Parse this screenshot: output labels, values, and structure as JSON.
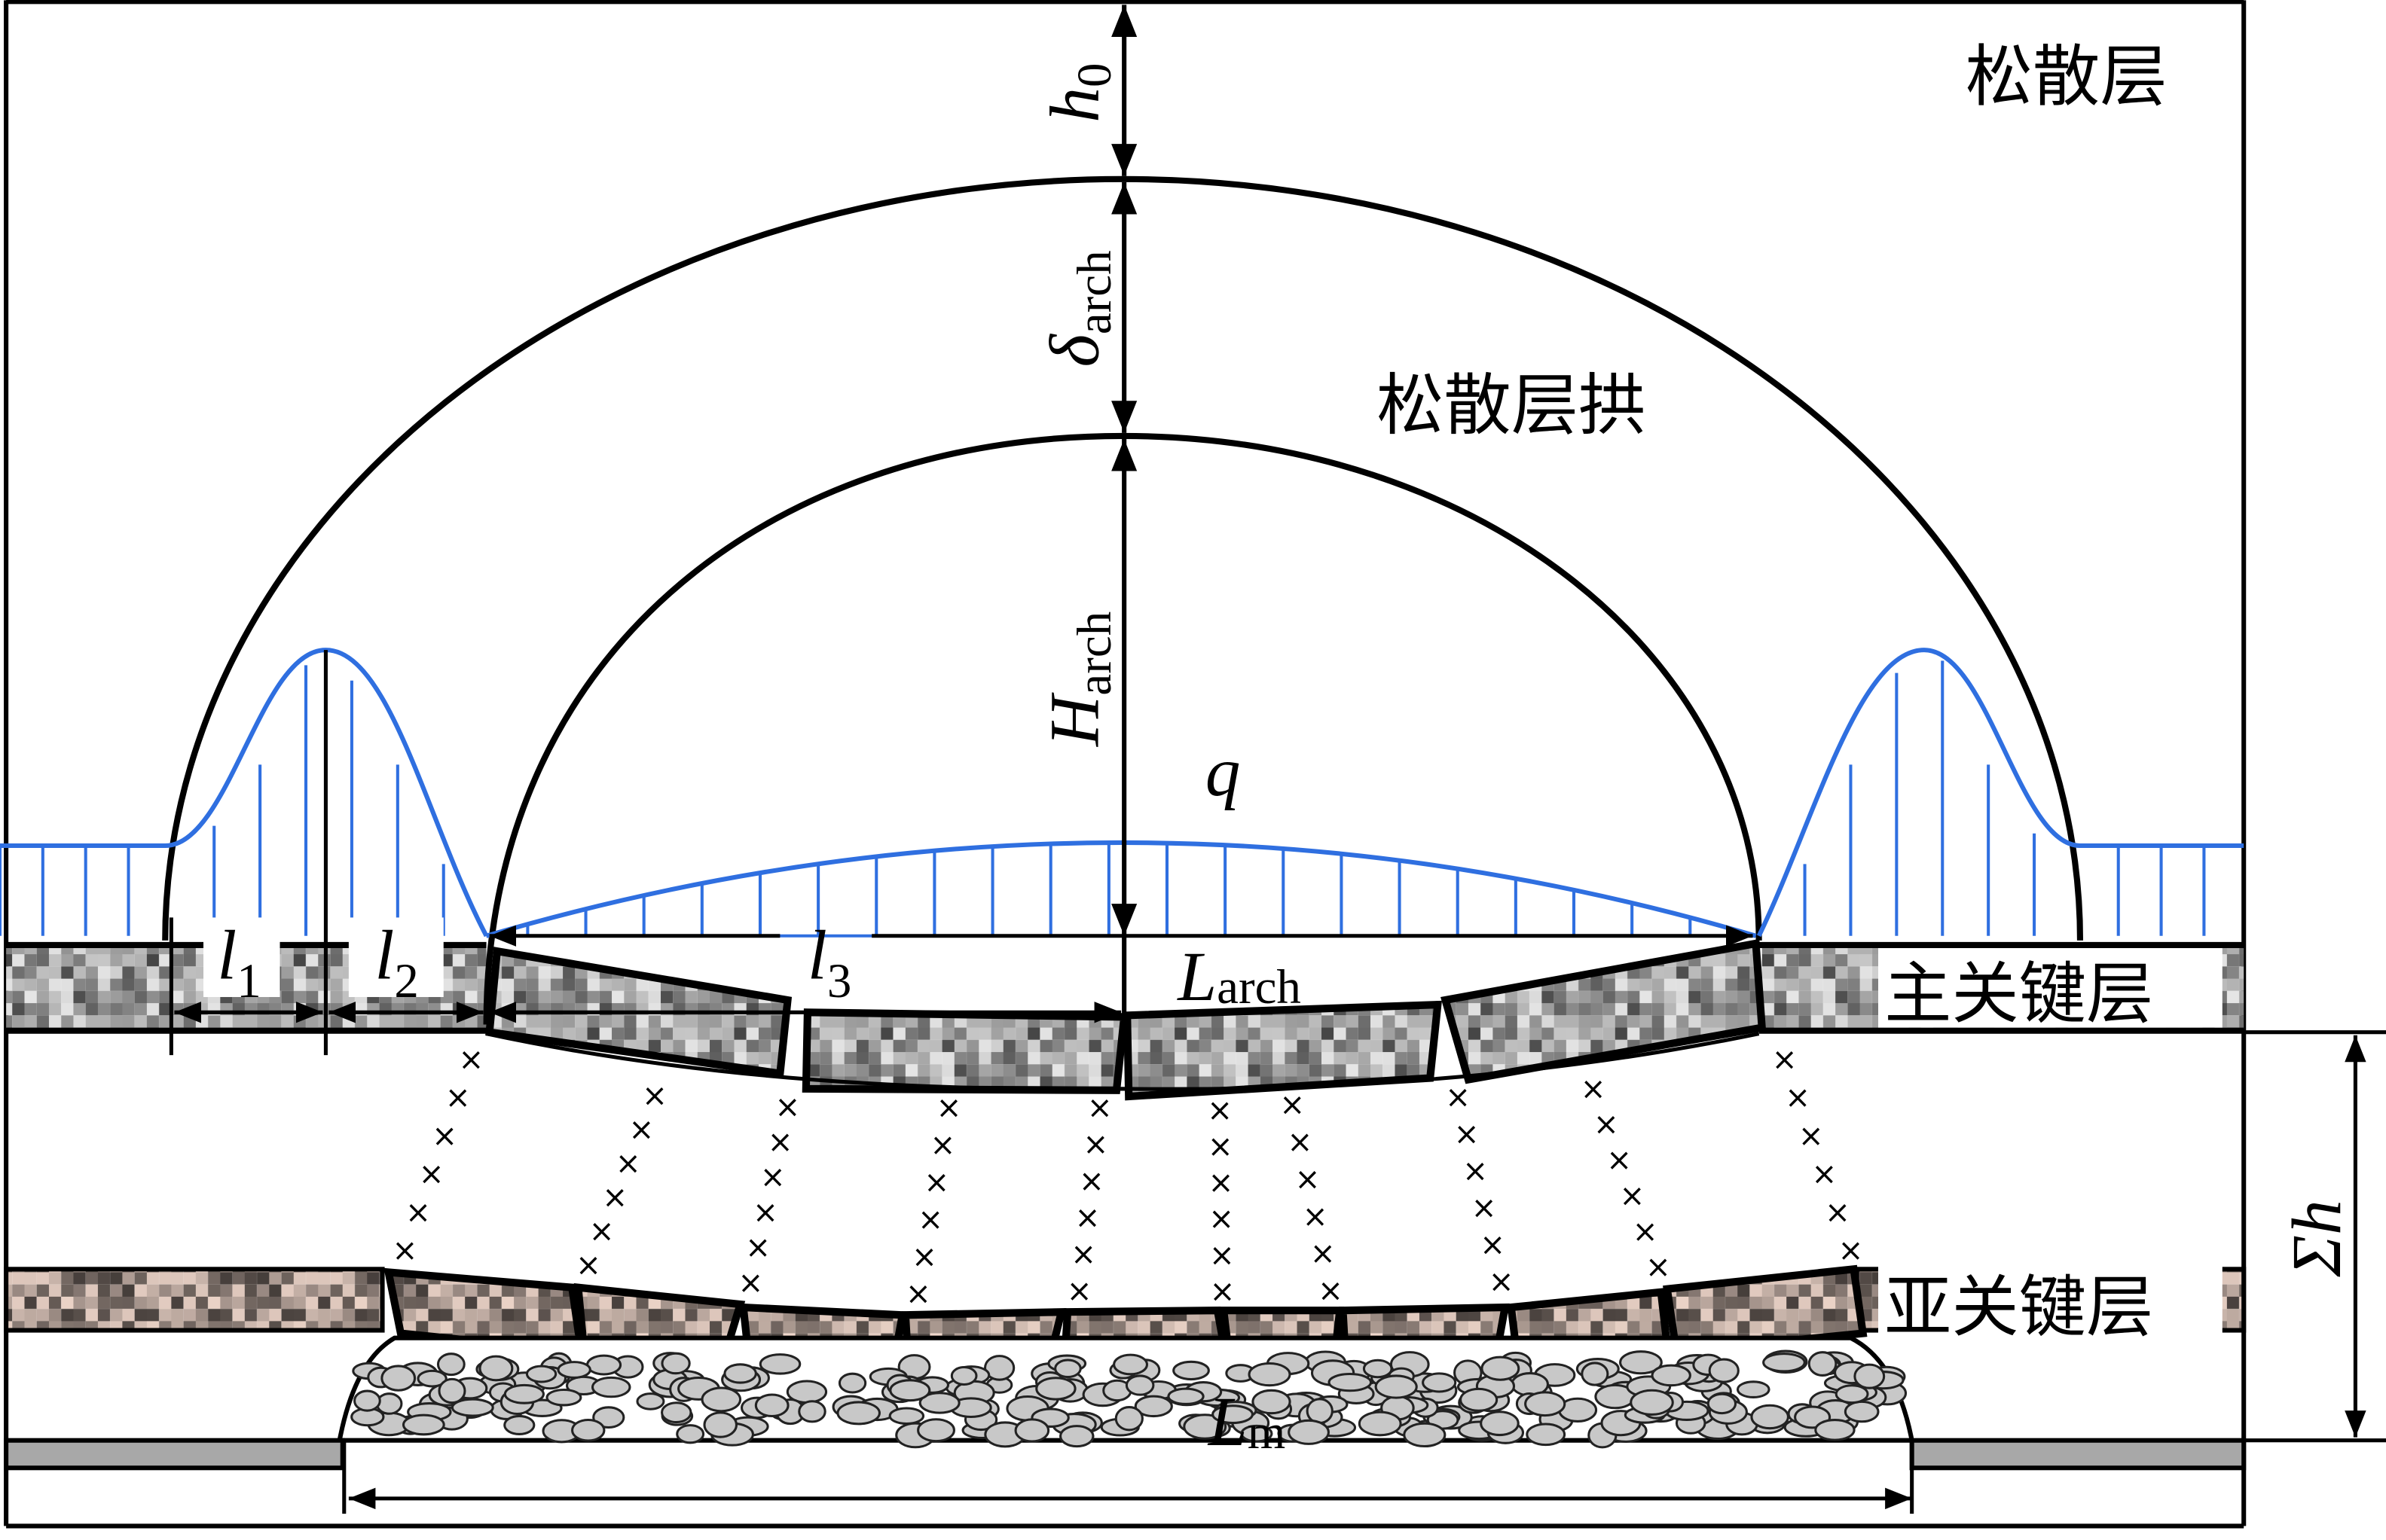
{
  "labels": {
    "loose_layer": "松散层",
    "loose_arch": "松散层拱",
    "main_key_layer": "主关键层",
    "sub_key_layer": "亚关键层"
  },
  "symbols": {
    "h0": {
      "main": "h",
      "sub": "0"
    },
    "delta_arch": {
      "main": "δ",
      "sub": "arch"
    },
    "H_arch": {
      "main": "H",
      "sub": "arch"
    },
    "q": "q",
    "l1": {
      "main": "l",
      "sub": "1"
    },
    "l2": {
      "main": "l",
      "sub": "2"
    },
    "l3": {
      "main": "l",
      "sub": "3"
    },
    "L_arch": {
      "main": "L",
      "sub": "arch"
    },
    "L_m": {
      "main": "L",
      "sub": "m"
    },
    "sigma_h": {
      "main": "Σh"
    }
  },
  "colors": {
    "load_curve": "#2f6fe0",
    "coal_seam": "#a8a8a8",
    "line": "#000000"
  }
}
